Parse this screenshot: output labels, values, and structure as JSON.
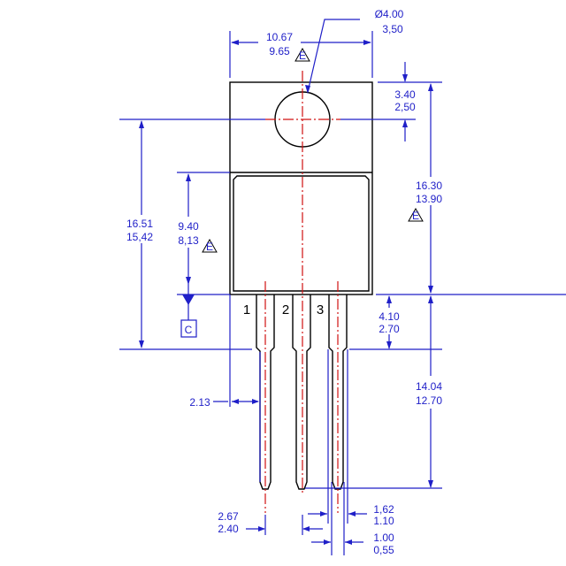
{
  "drawing": {
    "pins": [
      "1",
      "2",
      "3"
    ],
    "datum_label": "C",
    "datum_flag": "E",
    "dimensions": {
      "tab_width": [
        "10.67",
        "9.65"
      ],
      "hole_diameter": [
        "Ø4.00",
        "3,50"
      ],
      "hole_offset": [
        "3.40",
        "2,50"
      ],
      "body_height": [
        "16.30",
        "13.90"
      ],
      "overall_height_left": [
        "16.51",
        "15,42"
      ],
      "body_lower": [
        "9.40",
        "8,13"
      ],
      "lead_shoulder": [
        "4.10",
        "2.70"
      ],
      "lead_length": [
        "14.04",
        "12.70"
      ],
      "lead_offset": "2.13",
      "lead_pitch": [
        "2.67",
        "2.40"
      ],
      "lead_width_upper": [
        "1,62",
        "1.10"
      ],
      "lead_width_lower": [
        "1.00",
        "0,55"
      ]
    },
    "colors": {
      "dimension": "#1f1fc8",
      "outline": "#000000",
      "centerline": "#d01010"
    }
  }
}
